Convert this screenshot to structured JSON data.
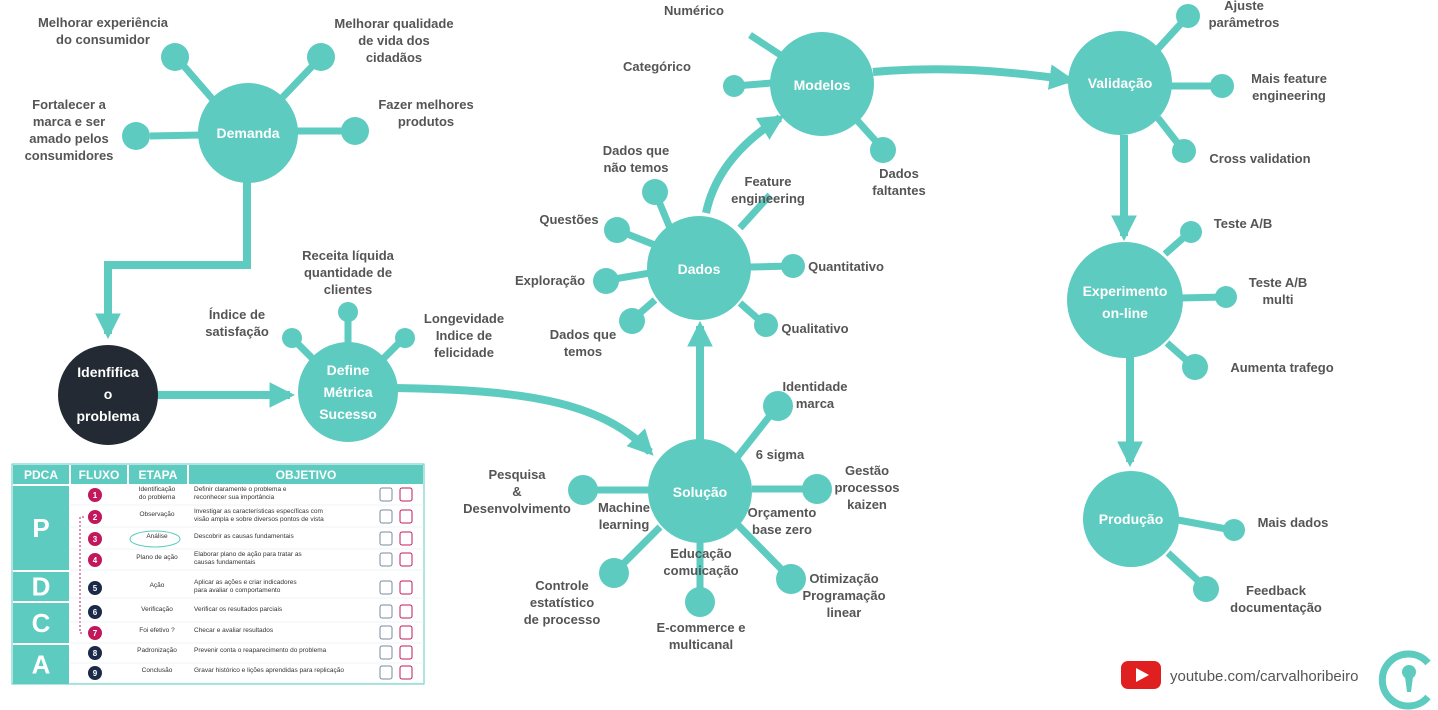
{
  "colors": {
    "teal": "#5ecbc0",
    "dark": "#232a33",
    "label": "#555555",
    "table_header": "#5ecbc0",
    "magenta": "#c2185b",
    "navy": "#1b2a48"
  },
  "hubs": {
    "demanda": "Demanda",
    "identifica": [
      "Idenfifica",
      "o",
      "problema"
    ],
    "define": [
      "Define",
      "Métrica",
      "Sucesso"
    ],
    "solucao": "Solução",
    "dados": "Dados",
    "modelos": "Modelos",
    "validacao": "Validação",
    "experimento": [
      "Experimento",
      "on-line"
    ],
    "producao": "Produção"
  },
  "labels": {
    "dem1": [
      "Melhorar experiência",
      "do consumidor"
    ],
    "dem2": [
      "Melhorar qualidade",
      "de vida dos",
      "cidadãos"
    ],
    "dem3": [
      "Fortalecer a",
      "marca e ser",
      "amado pelos",
      "consumidores"
    ],
    "dem4": [
      "Fazer melhores",
      "produtos"
    ],
    "def1": [
      "Índice de",
      "satisfação"
    ],
    "def2": [
      "Receita líquida",
      "quantidade de",
      "clientes"
    ],
    "def3": [
      "Longevidade",
      "Indice de",
      "felicidade"
    ],
    "dad1": [
      "Dados que",
      "não temos"
    ],
    "dad2": [
      "Questões"
    ],
    "dad3": [
      "Exploração"
    ],
    "dad4": [
      "Dados que",
      "temos"
    ],
    "dad5": [
      "Feature",
      "engineering"
    ],
    "dad6": [
      "Quantitativo"
    ],
    "dad7": [
      "Qualitativo"
    ],
    "mod1": [
      "Numérico"
    ],
    "mod2": [
      "Categórico"
    ],
    "mod3": [
      "Dados",
      "faltantes"
    ],
    "val1": [
      "Ajuste",
      "parâmetros"
    ],
    "val2": [
      "Mais feature",
      "engineering"
    ],
    "val3": [
      "Cross validation"
    ],
    "exp1": [
      "Teste A/B"
    ],
    "exp2": [
      "Teste  A/B",
      "multi"
    ],
    "exp3": [
      "Aumenta trafego"
    ],
    "pro1": [
      "Mais dados"
    ],
    "pro2": [
      "Feedback",
      "documentação"
    ],
    "sol1": [
      "Identidade",
      "marca"
    ],
    "sol2": [
      "6 sigma"
    ],
    "sol3": [
      "Gestão",
      "processos",
      "kaizen"
    ],
    "sol4": [
      "Orçamento",
      "base zero"
    ],
    "sol5": [
      "Otimização",
      "Programação",
      "linear"
    ],
    "sol6": [
      "E-commerce e",
      "multicanal"
    ],
    "sol7": [
      "Educação",
      "comuicação"
    ],
    "sol8": [
      "Controle",
      "estatístico",
      "de processo"
    ],
    "sol9": [
      "Machine",
      "learning"
    ],
    "sol10": [
      "Pesquisa",
      "&",
      "Desenvolvimento"
    ]
  },
  "table": {
    "headers": [
      "PDCA",
      "FLUXO",
      "ETAPA",
      "OBJETIVO"
    ],
    "phases": [
      "P",
      "D",
      "C",
      "A"
    ],
    "rows": [
      {
        "n": "1",
        "etapa": [
          "Identificação",
          "do problema"
        ],
        "obj": [
          "Definir claramente o problema e",
          "reconhecer sua importância"
        ]
      },
      {
        "n": "2",
        "etapa": [
          "Observação"
        ],
        "obj": [
          "Investigar as características específicas com",
          "visão ampla e sobre diversos pontos de vista"
        ]
      },
      {
        "n": "3",
        "etapa": [
          "Análise"
        ],
        "obj": [
          "Descobrir as causas fundamentais"
        ]
      },
      {
        "n": "4",
        "etapa": [
          "Plano de ação"
        ],
        "obj": [
          "Elaborar plano de ação para tratar as",
          "causas fundamentais"
        ]
      },
      {
        "n": "5",
        "etapa": [
          "Ação"
        ],
        "obj": [
          "Aplicar as ações e criar indicadores",
          "para avaliar o comportamento"
        ]
      },
      {
        "n": "6",
        "etapa": [
          "Verificação"
        ],
        "obj": [
          "Verificar os resultados parciais"
        ]
      },
      {
        "n": "7",
        "etapa": [
          "Foi efetivo ?"
        ],
        "obj": [
          "Checar e avaliar resultados"
        ]
      },
      {
        "n": "8",
        "etapa": [
          "Padronização"
        ],
        "obj": [
          "Prevenir conta o reaparecimento do problema"
        ]
      },
      {
        "n": "9",
        "etapa": [
          "Conclusão"
        ],
        "obj": [
          "Gravar histórico e lições aprendidas para replicação"
        ]
      }
    ]
  },
  "footer": {
    "youtube_text": "youtube.com/carvalhoribeiro",
    "youtube_icon": "youtube-play-icon",
    "logo_icon": "cr-logo-icon"
  }
}
